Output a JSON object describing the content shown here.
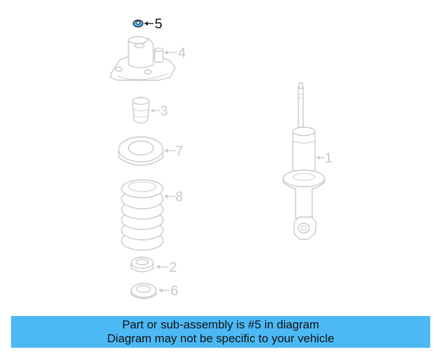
{
  "diagram": {
    "highlighted_part": "5",
    "highlight_color": "#4cb9f5",
    "line_color": "#c8c8c8",
    "parts": [
      {
        "number": "5",
        "name": "nut"
      },
      {
        "number": "4",
        "name": "mount"
      },
      {
        "number": "3",
        "name": "bumper"
      },
      {
        "number": "7",
        "name": "upper-seat"
      },
      {
        "number": "8",
        "name": "coil-spring"
      },
      {
        "number": "2",
        "name": "lower-seat"
      },
      {
        "number": "6",
        "name": "insulator"
      },
      {
        "number": "1",
        "name": "shock-absorber"
      }
    ]
  },
  "banner": {
    "line1": "Part or sub-assembly is #5 in diagram",
    "line2": "Diagram may not be specific to your vehicle",
    "color": "#4cb9f5"
  }
}
